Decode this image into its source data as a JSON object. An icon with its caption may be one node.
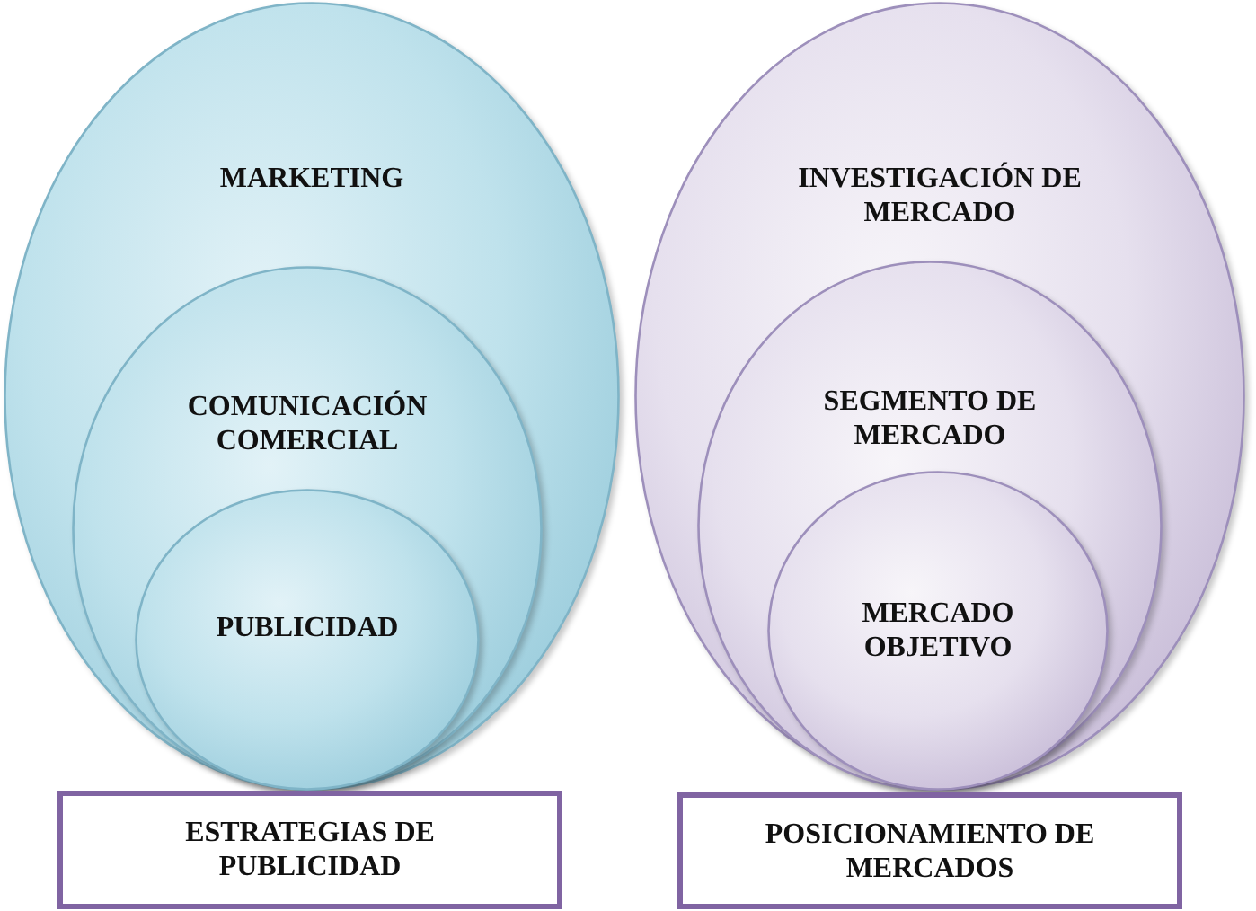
{
  "diagram": {
    "nodes": [
      {
        "text": [
          "MARKETING"
        ]
      },
      {
        "text": [
          "COMUNICACIÓN COMERCIAL"
        ],
        "in": 0
      },
      {
        "text": [
          "PUBLICIDAD"
        ],
        "in": 1
      },
      {
        "text": [
          "ESTRATEGIAS DE PUBLICIDAD"
        ]
      },
      {
        "text": [
          "INVESTIGACIÓN DE MERCADO"
        ]
      },
      {
        "text": [
          "SEGMENTO DE MERCADO"
        ],
        "in": 4
      },
      {
        "text": [
          "MERCADO OBJETIVO"
        ],
        "in": 5
      },
      {
        "text": [
          "POSICIONAMIENTO DE MERCADOS"
        ]
      }
    ]
  }
}
